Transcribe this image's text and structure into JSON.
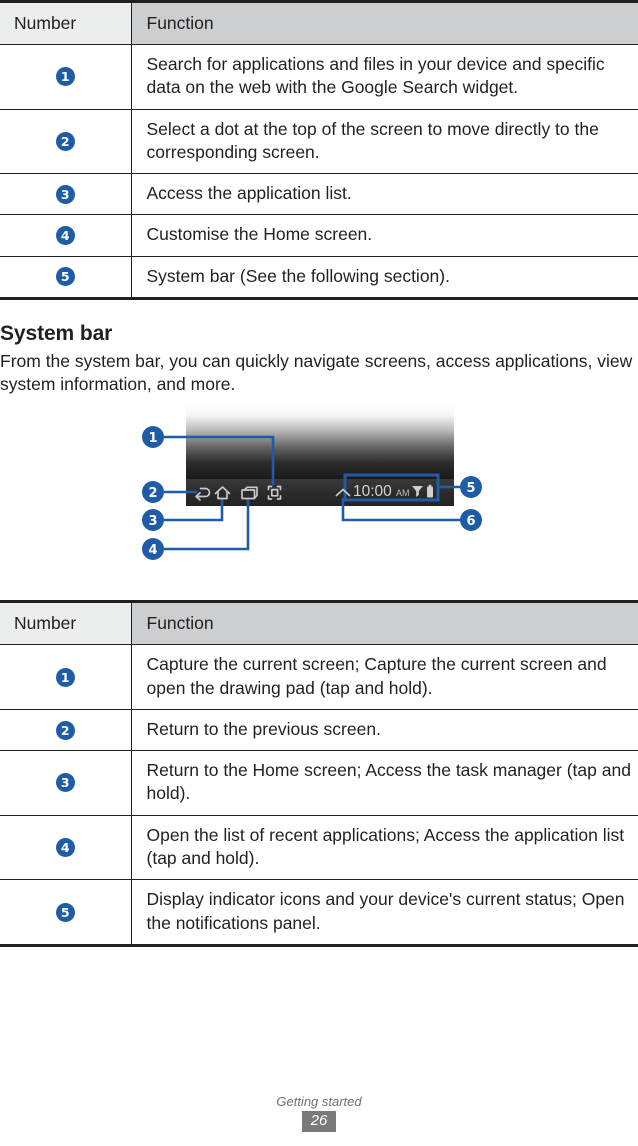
{
  "page": {
    "footer_label": "Getting started",
    "page_number": "26",
    "accent_blue": "#1f5ca8",
    "header_num_bg": "#eceded",
    "header_fn_bg": "#cdcecf",
    "text_color": "#231f20",
    "footer_box_bg": "#7a7a7a"
  },
  "table_top": {
    "headers": {
      "number": "Number",
      "function": "Function"
    },
    "rows": [
      {
        "number": "1",
        "function": "Search for applications and files in your device and specific data on the web with the Google Search widget."
      },
      {
        "number": "2",
        "function": "Select a dot at the top of the screen to move directly to the corresponding screen."
      },
      {
        "number": "3",
        "function": "Access the application list."
      },
      {
        "number": "4",
        "function": "Customise the Home screen."
      },
      {
        "number": "5",
        "function": "System bar (See the following section)."
      }
    ]
  },
  "section": {
    "title": "System bar",
    "body": "From the system bar, you can quickly navigate screens, access applications, view system information, and more."
  },
  "illustration": {
    "status_time": "10:00",
    "status_meridiem": "AM",
    "callouts": [
      "1",
      "2",
      "3",
      "4",
      "5",
      "6"
    ],
    "icons": [
      "back-icon",
      "home-icon",
      "recent-apps-icon",
      "screen-capture-icon",
      "notifications-chevron-icon",
      "wifi-signal-icon",
      "battery-icon"
    ]
  },
  "table_bottom": {
    "headers": {
      "number": "Number",
      "function": "Function"
    },
    "rows": [
      {
        "number": "1",
        "function": "Capture the current screen; Capture the current screen and open the drawing pad (tap and hold)."
      },
      {
        "number": "2",
        "function": "Return to the previous screen."
      },
      {
        "number": "3",
        "function": "Return to the Home screen; Access the task manager (tap and hold)."
      },
      {
        "number": "4",
        "function": "Open the list of recent applications; Access the application list (tap and hold)."
      },
      {
        "number": "5",
        "function": "Display indicator icons and your device's current status; Open the notifications panel."
      }
    ]
  }
}
